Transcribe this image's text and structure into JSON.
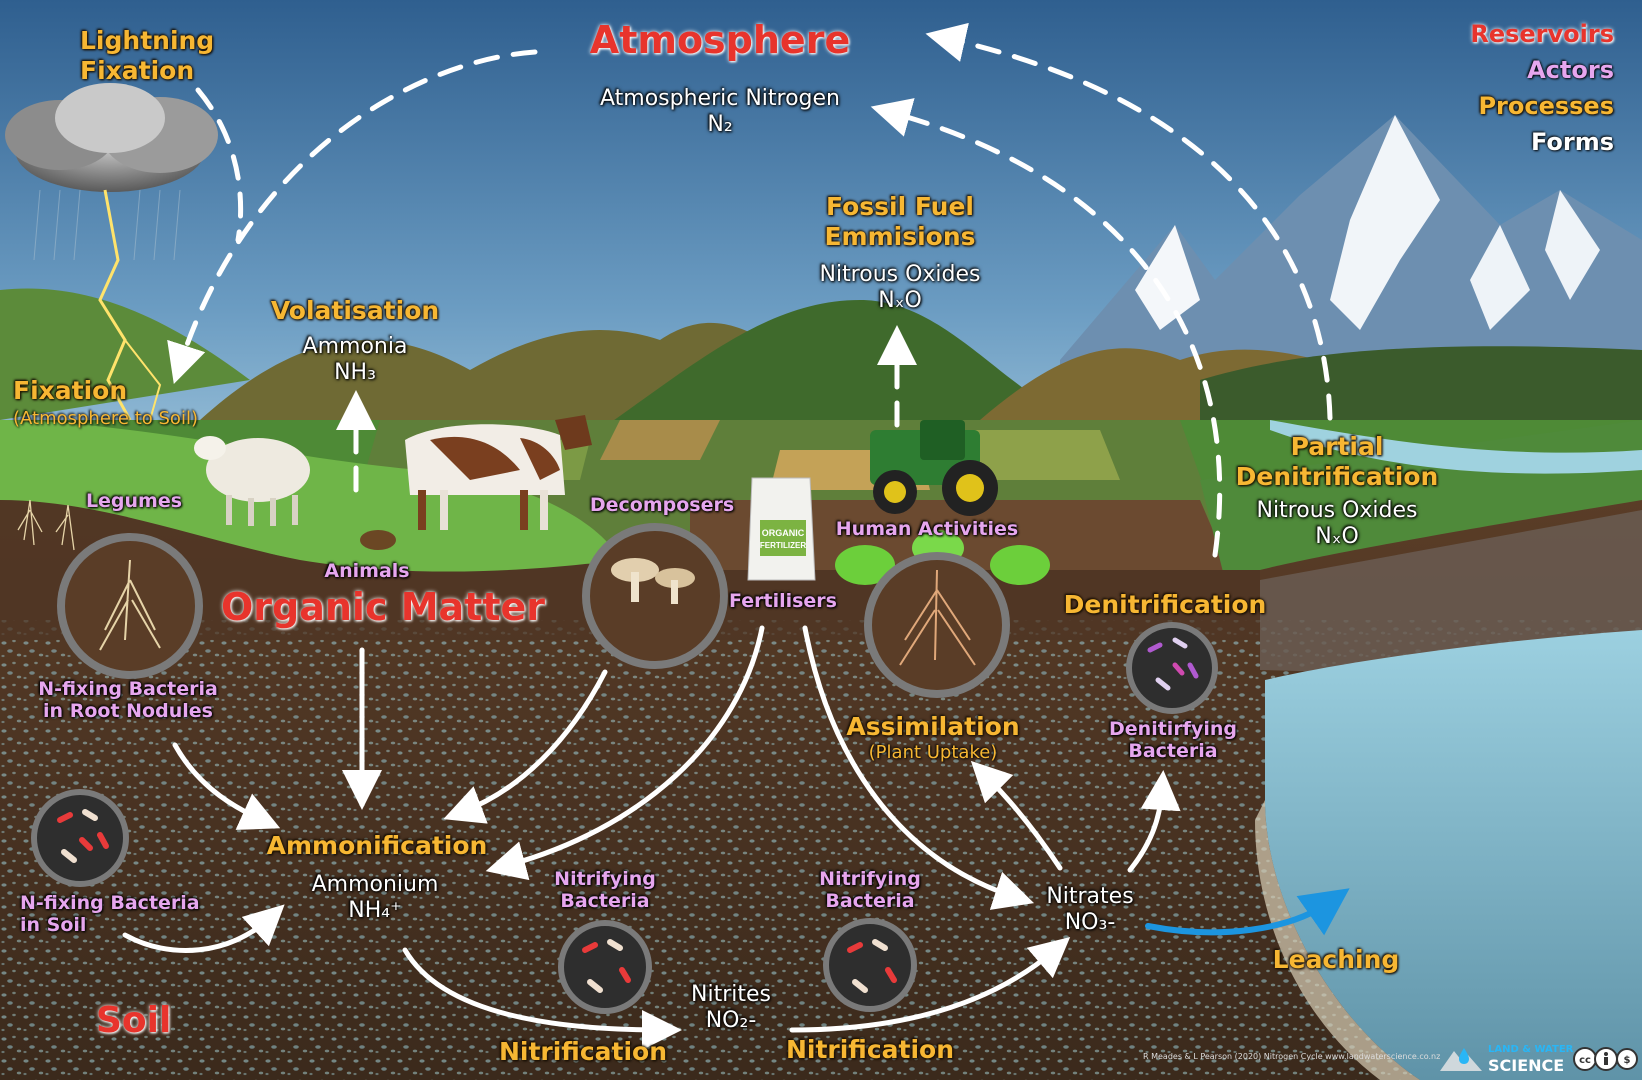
{
  "reservoirs": {
    "atmosphere": "Atmosphere",
    "organic_matter": "Organic Matter",
    "soil": "Soil"
  },
  "legend": {
    "reservoirs": "Reservoirs",
    "actors": "Actors",
    "processes": "Processes",
    "forms": "Forms"
  },
  "processes": {
    "lightning_fixation": [
      "Lightning",
      "Fixation"
    ],
    "fixation": "Fixation",
    "fixation_note": "(Atmosphere to Soil)",
    "volatisation": "Volatisation",
    "fossil_fuel": [
      "Fossil Fuel",
      "Emmisions"
    ],
    "partial_denitrification": [
      "Partial",
      "Denitrification"
    ],
    "denitrification": "Denitrification",
    "assimilation": "Assimilation",
    "assimilation_note": "(Plant Uptake)",
    "ammonification": "Ammonification",
    "nitrification_1": "Nitrification",
    "nitrification_2": "Nitrification",
    "leaching": "Leaching"
  },
  "actors": {
    "legumes": "Legumes",
    "animals": "Animals",
    "decomposers": "Decomposers",
    "fertilisers": "Fertilisers",
    "human_activities": "Human Activities",
    "root_nodule_bacteria": [
      "N-fixing Bacteria",
      "in Root Nodules"
    ],
    "soil_bacteria": [
      "N-fixing Bacteria",
      "in Soil"
    ],
    "nitrifying_bacteria_1": [
      "Nitrifying",
      "Bacteria"
    ],
    "nitrifying_bacteria_2": [
      "Nitrifying",
      "Bacteria"
    ],
    "denitrifying_bacteria": [
      "Denitirfying",
      "Bacteria"
    ]
  },
  "forms": {
    "atmospheric_nitrogen": [
      "Atmospheric Nitrogen",
      "N₂"
    ],
    "ammonia": [
      "Ammonia",
      "NH₃"
    ],
    "fossil_nitrous_oxides": [
      "Nitrous Oxides",
      "NₓO"
    ],
    "partial_nitrous_oxides": [
      "Nitrous Oxides",
      "NₓO"
    ],
    "ammonium": [
      "Ammonium",
      "NH₄⁺"
    ],
    "nitrites": [
      "Nitrites",
      "NO₂-"
    ],
    "nitrates": [
      "Nitrates",
      "NO₃-"
    ]
  },
  "fertilizer_bag": [
    "ORGANIC",
    "FERTILIZER"
  ],
  "credit": "R Meades & L Pearson (2020) Nitrogen Cycle www.landwaterscience.co.nz",
  "brand": [
    "LAND & WATER",
    "SCIENCE"
  ],
  "colors": {
    "sky_top": "#2f5f8f",
    "sky_bottom": "#a9cfe3",
    "grass": "#5e9a38",
    "soil": "#4a3322",
    "water": "#7fb3c6",
    "process": "#f7b733",
    "reservoir": "#e8342c",
    "actor": "#e6a6ee",
    "leaching_arrow": "#1c95e0"
  }
}
